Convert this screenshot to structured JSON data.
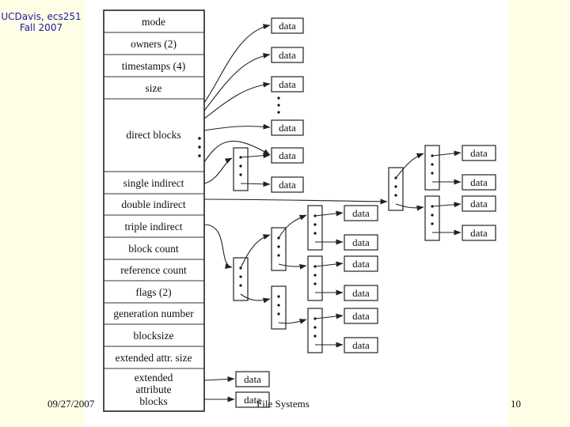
{
  "header": {
    "course_line1": "UCDavis, ecs251",
    "course_line2": "Fall 2007"
  },
  "footer": {
    "date": "09/27/2007",
    "title": "File Systems",
    "page": "10"
  },
  "inode_fields": [
    "mode",
    "owners (2)",
    "timestamps (4)",
    "size",
    "direct blocks",
    "single indirect",
    "double indirect",
    "triple indirect",
    "block count",
    "reference count",
    "flags (2)",
    "generation number",
    "blocksize",
    "extended attr. size",
    "extended",
    "attribute",
    "blocks"
  ],
  "data_label": "data",
  "colors": {
    "slide_bg": "#fefee6",
    "course_text": "#1a1aa6",
    "ink": "#222222"
  }
}
